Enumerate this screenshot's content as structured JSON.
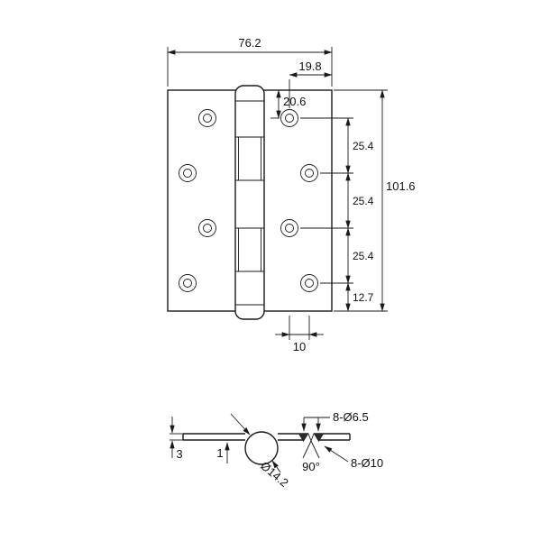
{
  "drawing": {
    "front_view": {
      "width": "76.2",
      "edge_to_hole": "19.8",
      "top_to_hole": "20.6",
      "hole_pitch_1": "25.4",
      "hole_pitch_2": "25.4",
      "hole_pitch_3": "25.4",
      "height": "101.6",
      "bottom_to_hole": "12.7",
      "hole_column_offset": "10"
    },
    "section_view": {
      "leaf_thickness": "3",
      "leaf_offset": "1",
      "knuckle_diameter": "Ø14.2",
      "countersink_angle": "90°",
      "countersunk_holes": "8-Ø6.5",
      "through_holes": "8-Ø10"
    },
    "colors": {
      "line": "#1a1a1a",
      "background": "#ffffff"
    }
  }
}
